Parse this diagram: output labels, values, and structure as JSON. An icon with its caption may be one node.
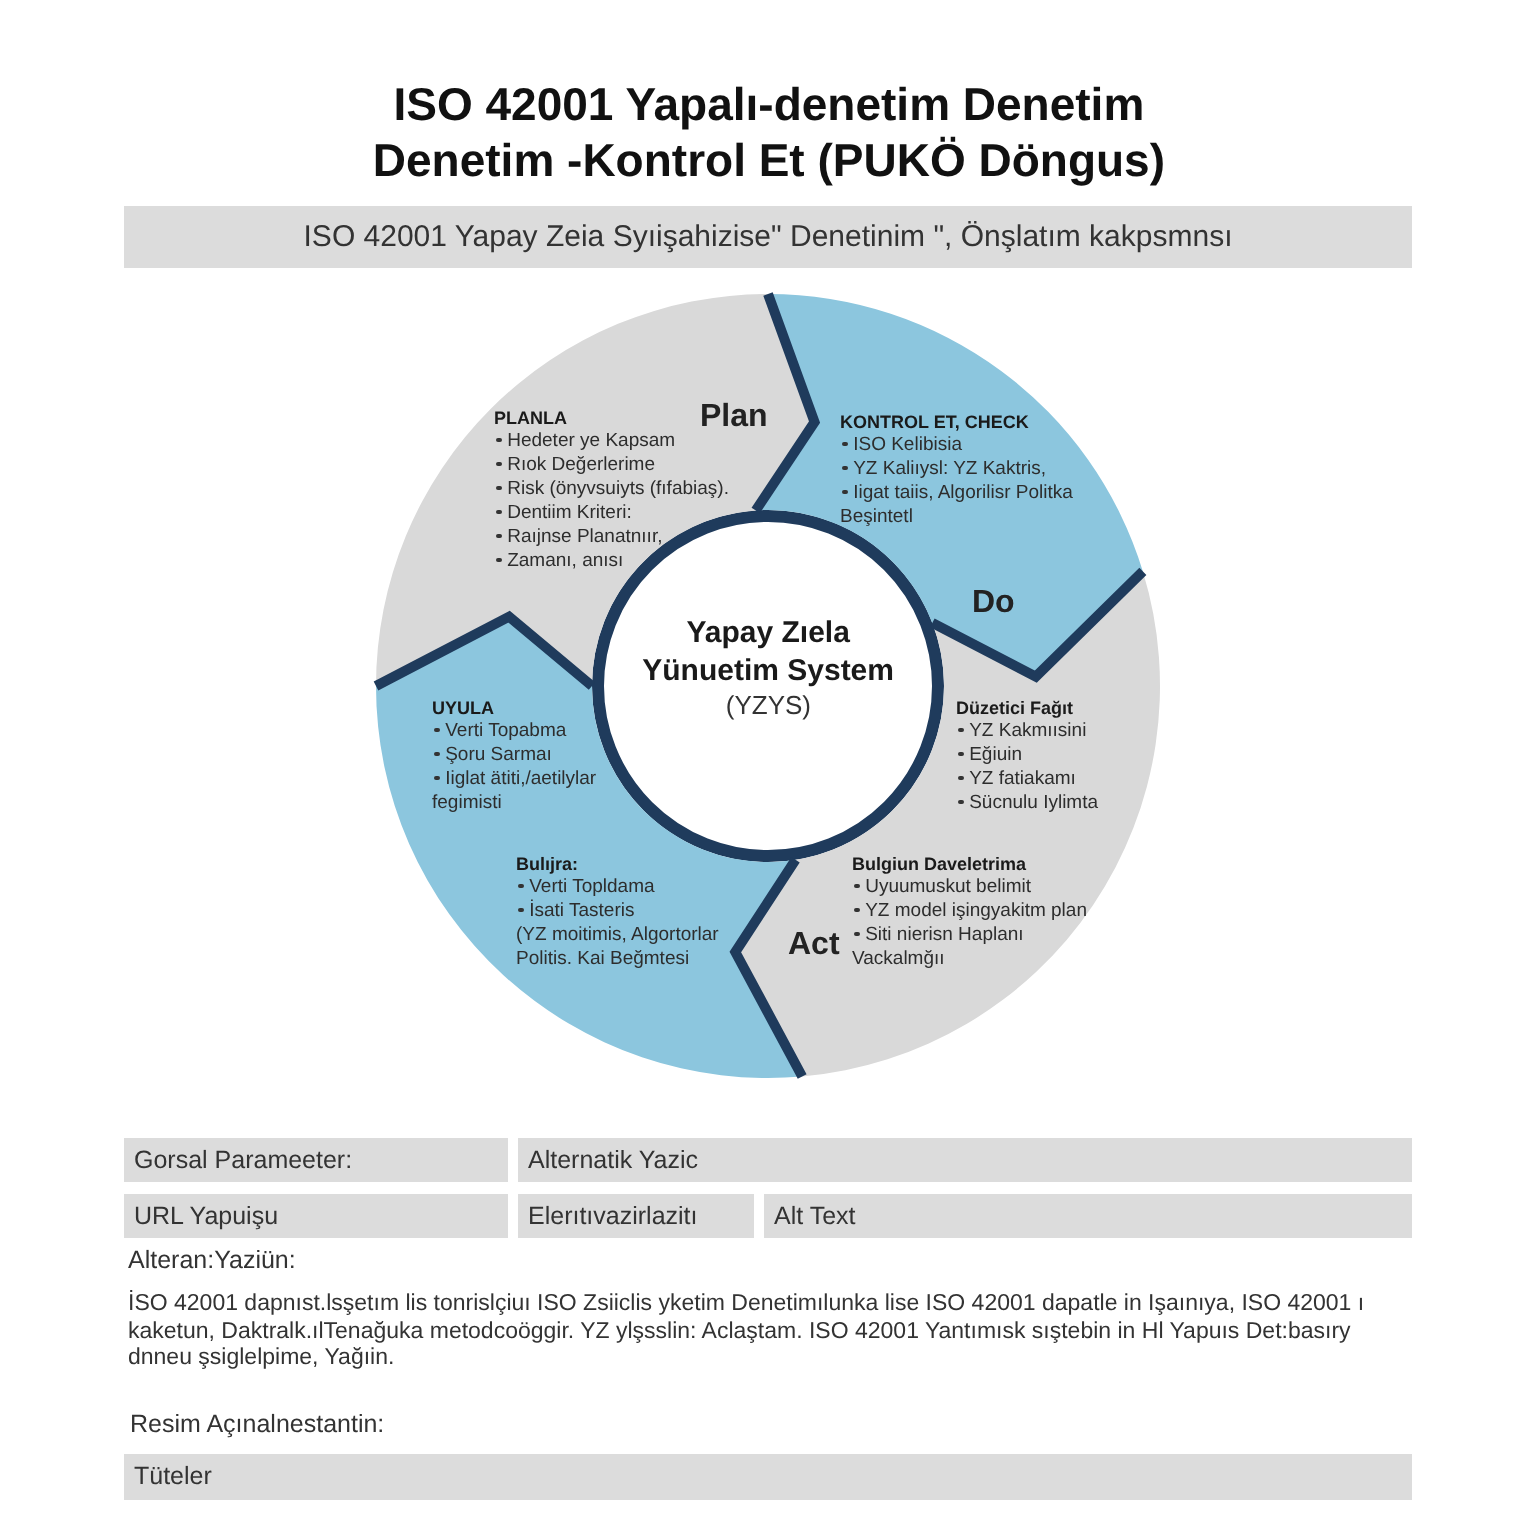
{
  "diagram": {
    "title": "ISO 42001 Yapalı-denetim Denetim Denetim -Kontrol Et (PUKÖ Döngus)",
    "nodes": [
      {
        "text": [
          "ISO 42001 Yapay Zeia Syıişahizise\" Denetinim \", Önşlatım kakpsmnsı"
        ]
      },
      {
        "text": [
          "Plan",
          "PLANLA",
          "Hedeter ye Kapsam",
          "Rıok Değerlerime",
          "Risk (önyvsuiyts (fıfabiaş).",
          "Dentiim Kriteri:",
          "Raıjnse Planatnıır,",
          "Zamanı, anısı"
        ]
      },
      {
        "text": [
          "KONTROL ET, CHECK",
          "ISO Kelibisia",
          "YZ Kaliıysl: YZ Kaktris,",
          "Iigat taiis, Algorilisr Politka Beşintetl",
          "Do"
        ]
      },
      {
        "text": [
          "Yapay Zıela Yünuetim System",
          "(YZYS)"
        ]
      },
      {
        "text": [
          "UYULA",
          "Verti Topabma",
          "Şoru Sarmaı",
          "Iiglat ätiti,/aetilylar fegimisti",
          "Bulıjra:",
          "Verti Topldama",
          "İsati Tasteris",
          "(YZ moitimis, Algortorlar Politis. Kai Beğmtesi"
        ]
      },
      {
        "text": [
          "Düzetici Fağıt",
          "YZ Kakmıısini",
          "Eğiuin",
          "YZ fatiakamı",
          "Sücnulu Iylimta",
          "Bulgiun Daveletrima",
          "Uyuumuskut belimit",
          "YZ model işingyakitm plan",
          "Act",
          "Siti nierisn Haplanı Vackalmğıı"
        ]
      }
    ],
    "edges": [
      {
        "from": 1,
        "to": 2,
        "arrow": "none"
      },
      {
        "from": 2,
        "to": 5,
        "arrow": "none"
      },
      {
        "from": 5,
        "to": 4,
        "arrow": "none"
      },
      {
        "from": 4,
        "to": 1,
        "arrow": "none"
      }
    ],
    "labels": [
      "Gorsal Parameeter:",
      "Alternatik Yazic",
      "URL Yapuişu",
      "Elerıtıvazirlazitı",
      "Alt Text",
      "Alteran:Yaziün:",
      "İSO 42001 dapnıst.lsşetım lis tonrislçiuı ISO Zsiiclis yketim Denetimılunka lise ISO 42001 dapatle in Işaınıya, ISO 42001 ı kaketun, Daktralk.ılTenağuka metodcoöggir. YZ ylşsslin: Aclaştam. ISO 42001 Yantımısk sıştebin in Hl Yapuıs Det:basıry dnneu şsiglelpime, Yağıin.",
      "Resim Açınalnestantin:",
      "Tüteler"
    ]
  }
}
